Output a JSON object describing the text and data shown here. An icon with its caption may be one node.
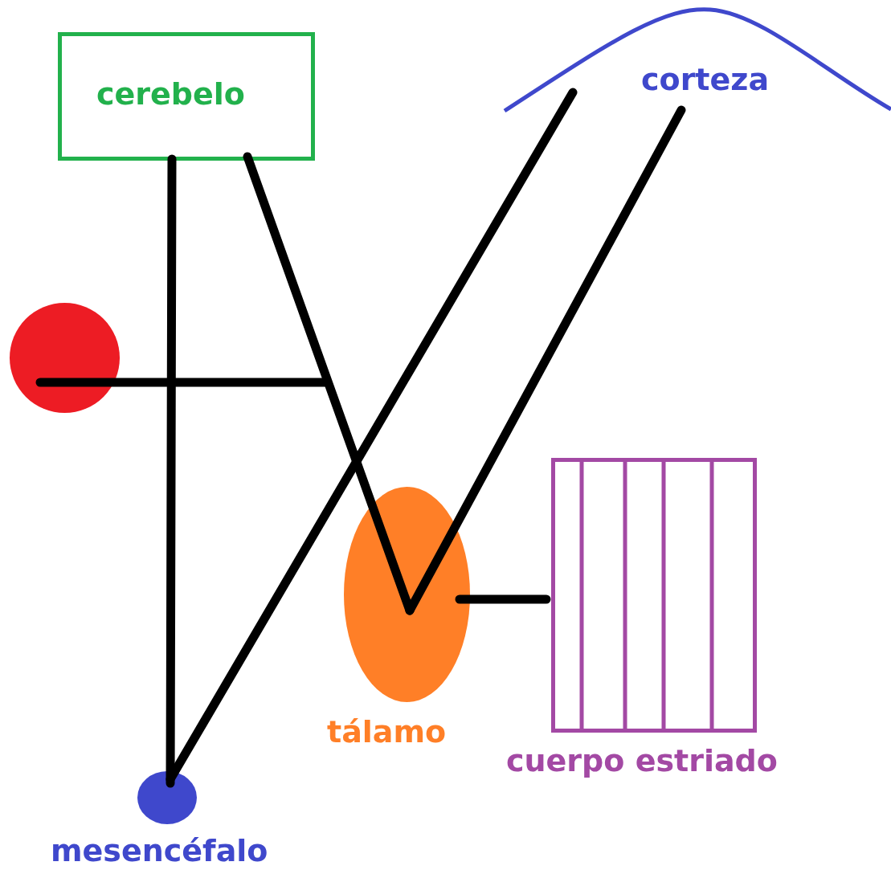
{
  "diagram": {
    "nodes": [
      {
        "text": [
          "cerebelo"
        ]
      },
      {
        "text": [
          "corteza"
        ]
      },
      {
        "text": [],
        "shape": "circle"
      },
      {
        "text": [
          "tálamo"
        ]
      },
      {
        "text": [
          "cuerpo estriado"
        ]
      },
      {
        "text": [
          "mesencéfalo"
        ]
      }
    ],
    "edges": [
      {
        "from": 0,
        "to": 5,
        "arrow": "none"
      },
      {
        "from": 0,
        "to": 3,
        "arrow": "none"
      },
      {
        "from": 2,
        "to": null,
        "arrow": "none"
      },
      {
        "from": 1,
        "to": 5,
        "arrow": "none"
      },
      {
        "from": 1,
        "to": 3,
        "arrow": "none"
      },
      {
        "from": 3,
        "to": 4,
        "arrow": "none"
      }
    ]
  }
}
